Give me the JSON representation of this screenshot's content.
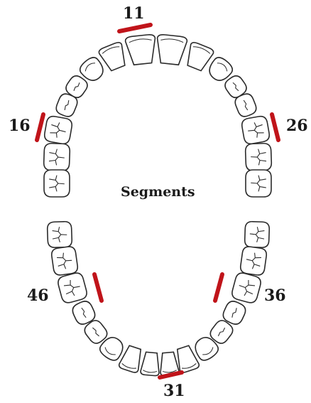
{
  "diagram": {
    "title": "Segments",
    "labels": {
      "upper_center": "11",
      "upper_right": "16",
      "upper_left": "26",
      "lower_right": "46",
      "lower_left": "36",
      "lower_center": "31"
    },
    "colors": {
      "marker": "#c0141a",
      "outline": "#2b2b2b",
      "background": "#ffffff"
    }
  }
}
